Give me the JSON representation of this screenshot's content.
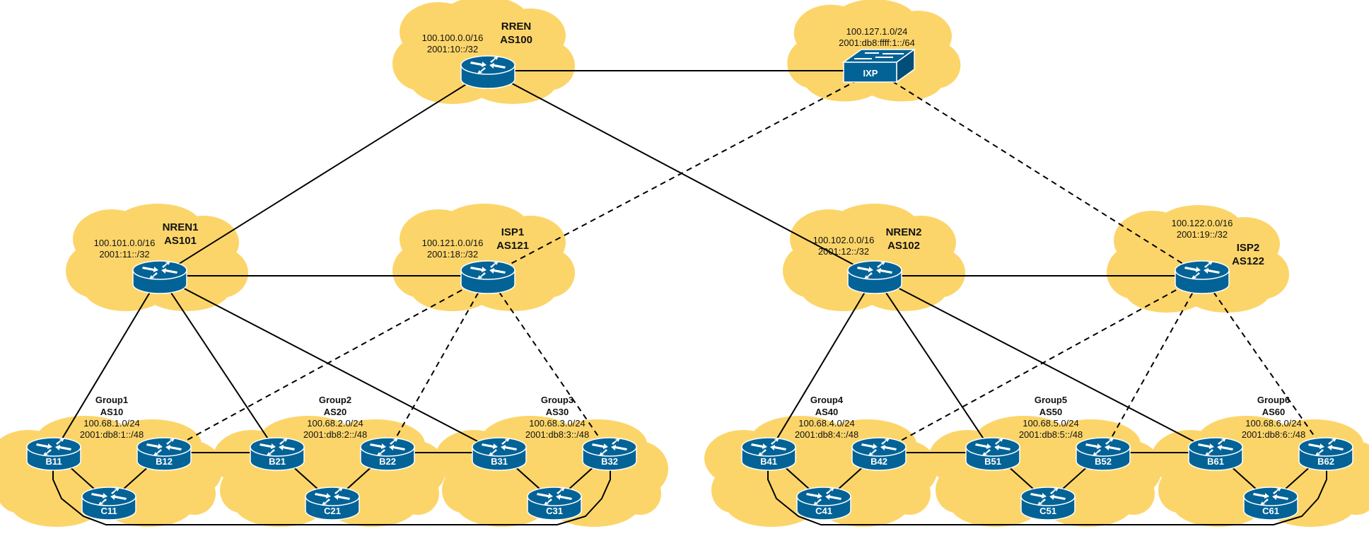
{
  "colors": {
    "cloud": "#FCD56A",
    "device": "#036397",
    "device_dark": "#024E78",
    "device_outline": "#ffffff",
    "link": "#000000"
  },
  "domains": {
    "rren": {
      "name": "RREN",
      "as": "AS100",
      "ipv4": "100.100.0.0/16",
      "ipv6": "2001:10::/32"
    },
    "ixp": {
      "name": "IXP",
      "ipv4": "100.127.1.0/24",
      "ipv6": "2001:db8:ffff:1::/64"
    },
    "nren1": {
      "name": "NREN1",
      "as": "AS101",
      "ipv4": "100.101.0.0/16",
      "ipv6": "2001:11::/32"
    },
    "isp1": {
      "name": "ISP1",
      "as": "AS121",
      "ipv4": "100.121.0.0/16",
      "ipv6": "2001:18::/32"
    },
    "nren2": {
      "name": "NREN2",
      "as": "AS102",
      "ipv4": "100.102.0.0/16",
      "ipv6": "2001:12::/32"
    },
    "isp2": {
      "name": "ISP2",
      "as": "AS122",
      "ipv4": "100.122.0.0/16",
      "ipv6": "2001:19::/32"
    }
  },
  "groups": [
    {
      "name": "Group1",
      "as": "AS10",
      "ipv4": "100.68.1.0/24",
      "ipv6": "2001:db8:1::/48",
      "routers": [
        "B11",
        "B12",
        "C11"
      ]
    },
    {
      "name": "Group2",
      "as": "AS20",
      "ipv4": "100.68.2.0/24",
      "ipv6": "2001:db8:2::/48",
      "routers": [
        "B21",
        "B22",
        "C21"
      ]
    },
    {
      "name": "Group3",
      "as": "AS30",
      "ipv4": "100.68.3.0/24",
      "ipv6": "2001:db8:3::/48",
      "routers": [
        "B31",
        "B32",
        "C31"
      ]
    },
    {
      "name": "Group4",
      "as": "AS40",
      "ipv4": "100.68.4.0/24",
      "ipv6": "2001:db8:4::/48",
      "routers": [
        "B41",
        "B42",
        "C41"
      ]
    },
    {
      "name": "Group5",
      "as": "AS50",
      "ipv4": "100.68.5.0/24",
      "ipv6": "2001:db8:5::/48",
      "routers": [
        "B51",
        "B52",
        "C51"
      ]
    },
    {
      "name": "Group6",
      "as": "AS60",
      "ipv4": "100.68.6.0/24",
      "ipv6": "2001:db8:6::/48",
      "routers": [
        "B61",
        "B62",
        "C61"
      ]
    }
  ],
  "links": [
    {
      "from": "rren",
      "to": "ixp",
      "style": "solid"
    },
    {
      "from": "rren",
      "to": "nren1",
      "style": "solid"
    },
    {
      "from": "rren",
      "to": "nren2",
      "style": "solid"
    },
    {
      "from": "ixp",
      "to": "isp1",
      "style": "dashed"
    },
    {
      "from": "ixp",
      "to": "isp2",
      "style": "dashed"
    },
    {
      "from": "nren1",
      "to": "isp1",
      "style": "solid"
    },
    {
      "from": "nren2",
      "to": "isp2",
      "style": "solid"
    },
    {
      "from": "nren1",
      "to": "B11",
      "style": "solid"
    },
    {
      "from": "nren1",
      "to": "B21",
      "style": "solid"
    },
    {
      "from": "nren1",
      "to": "B31",
      "style": "solid"
    },
    {
      "from": "isp1",
      "to": "B12",
      "style": "dashed"
    },
    {
      "from": "isp1",
      "to": "B22",
      "style": "dashed"
    },
    {
      "from": "isp1",
      "to": "B32",
      "style": "dashed"
    },
    {
      "from": "nren2",
      "to": "B41",
      "style": "solid"
    },
    {
      "from": "nren2",
      "to": "B51",
      "style": "solid"
    },
    {
      "from": "nren2",
      "to": "B61",
      "style": "solid"
    },
    {
      "from": "isp2",
      "to": "B42",
      "style": "dashed"
    },
    {
      "from": "isp2",
      "to": "B52",
      "style": "dashed"
    },
    {
      "from": "isp2",
      "to": "B62",
      "style": "dashed"
    },
    {
      "from": "B11",
      "to": "C11",
      "style": "solid"
    },
    {
      "from": "B12",
      "to": "C11",
      "style": "solid"
    },
    {
      "from": "B21",
      "to": "C21",
      "style": "solid"
    },
    {
      "from": "B22",
      "to": "C21",
      "style": "solid"
    },
    {
      "from": "B31",
      "to": "C31",
      "style": "solid"
    },
    {
      "from": "B32",
      "to": "C31",
      "style": "solid"
    },
    {
      "from": "B41",
      "to": "C41",
      "style": "solid"
    },
    {
      "from": "B42",
      "to": "C41",
      "style": "solid"
    },
    {
      "from": "B51",
      "to": "C51",
      "style": "solid"
    },
    {
      "from": "B52",
      "to": "C51",
      "style": "solid"
    },
    {
      "from": "B61",
      "to": "C61",
      "style": "solid"
    },
    {
      "from": "B62",
      "to": "C61",
      "style": "solid"
    },
    {
      "from": "B12",
      "to": "B21",
      "style": "solid"
    },
    {
      "from": "B22",
      "to": "B31",
      "style": "solid"
    },
    {
      "from": "B42",
      "to": "B51",
      "style": "solid"
    },
    {
      "from": "B52",
      "to": "B61",
      "style": "solid"
    },
    {
      "from": "B11",
      "to": "B32",
      "style": "solid-loop"
    },
    {
      "from": "B41",
      "to": "B62",
      "style": "solid-loop"
    }
  ]
}
